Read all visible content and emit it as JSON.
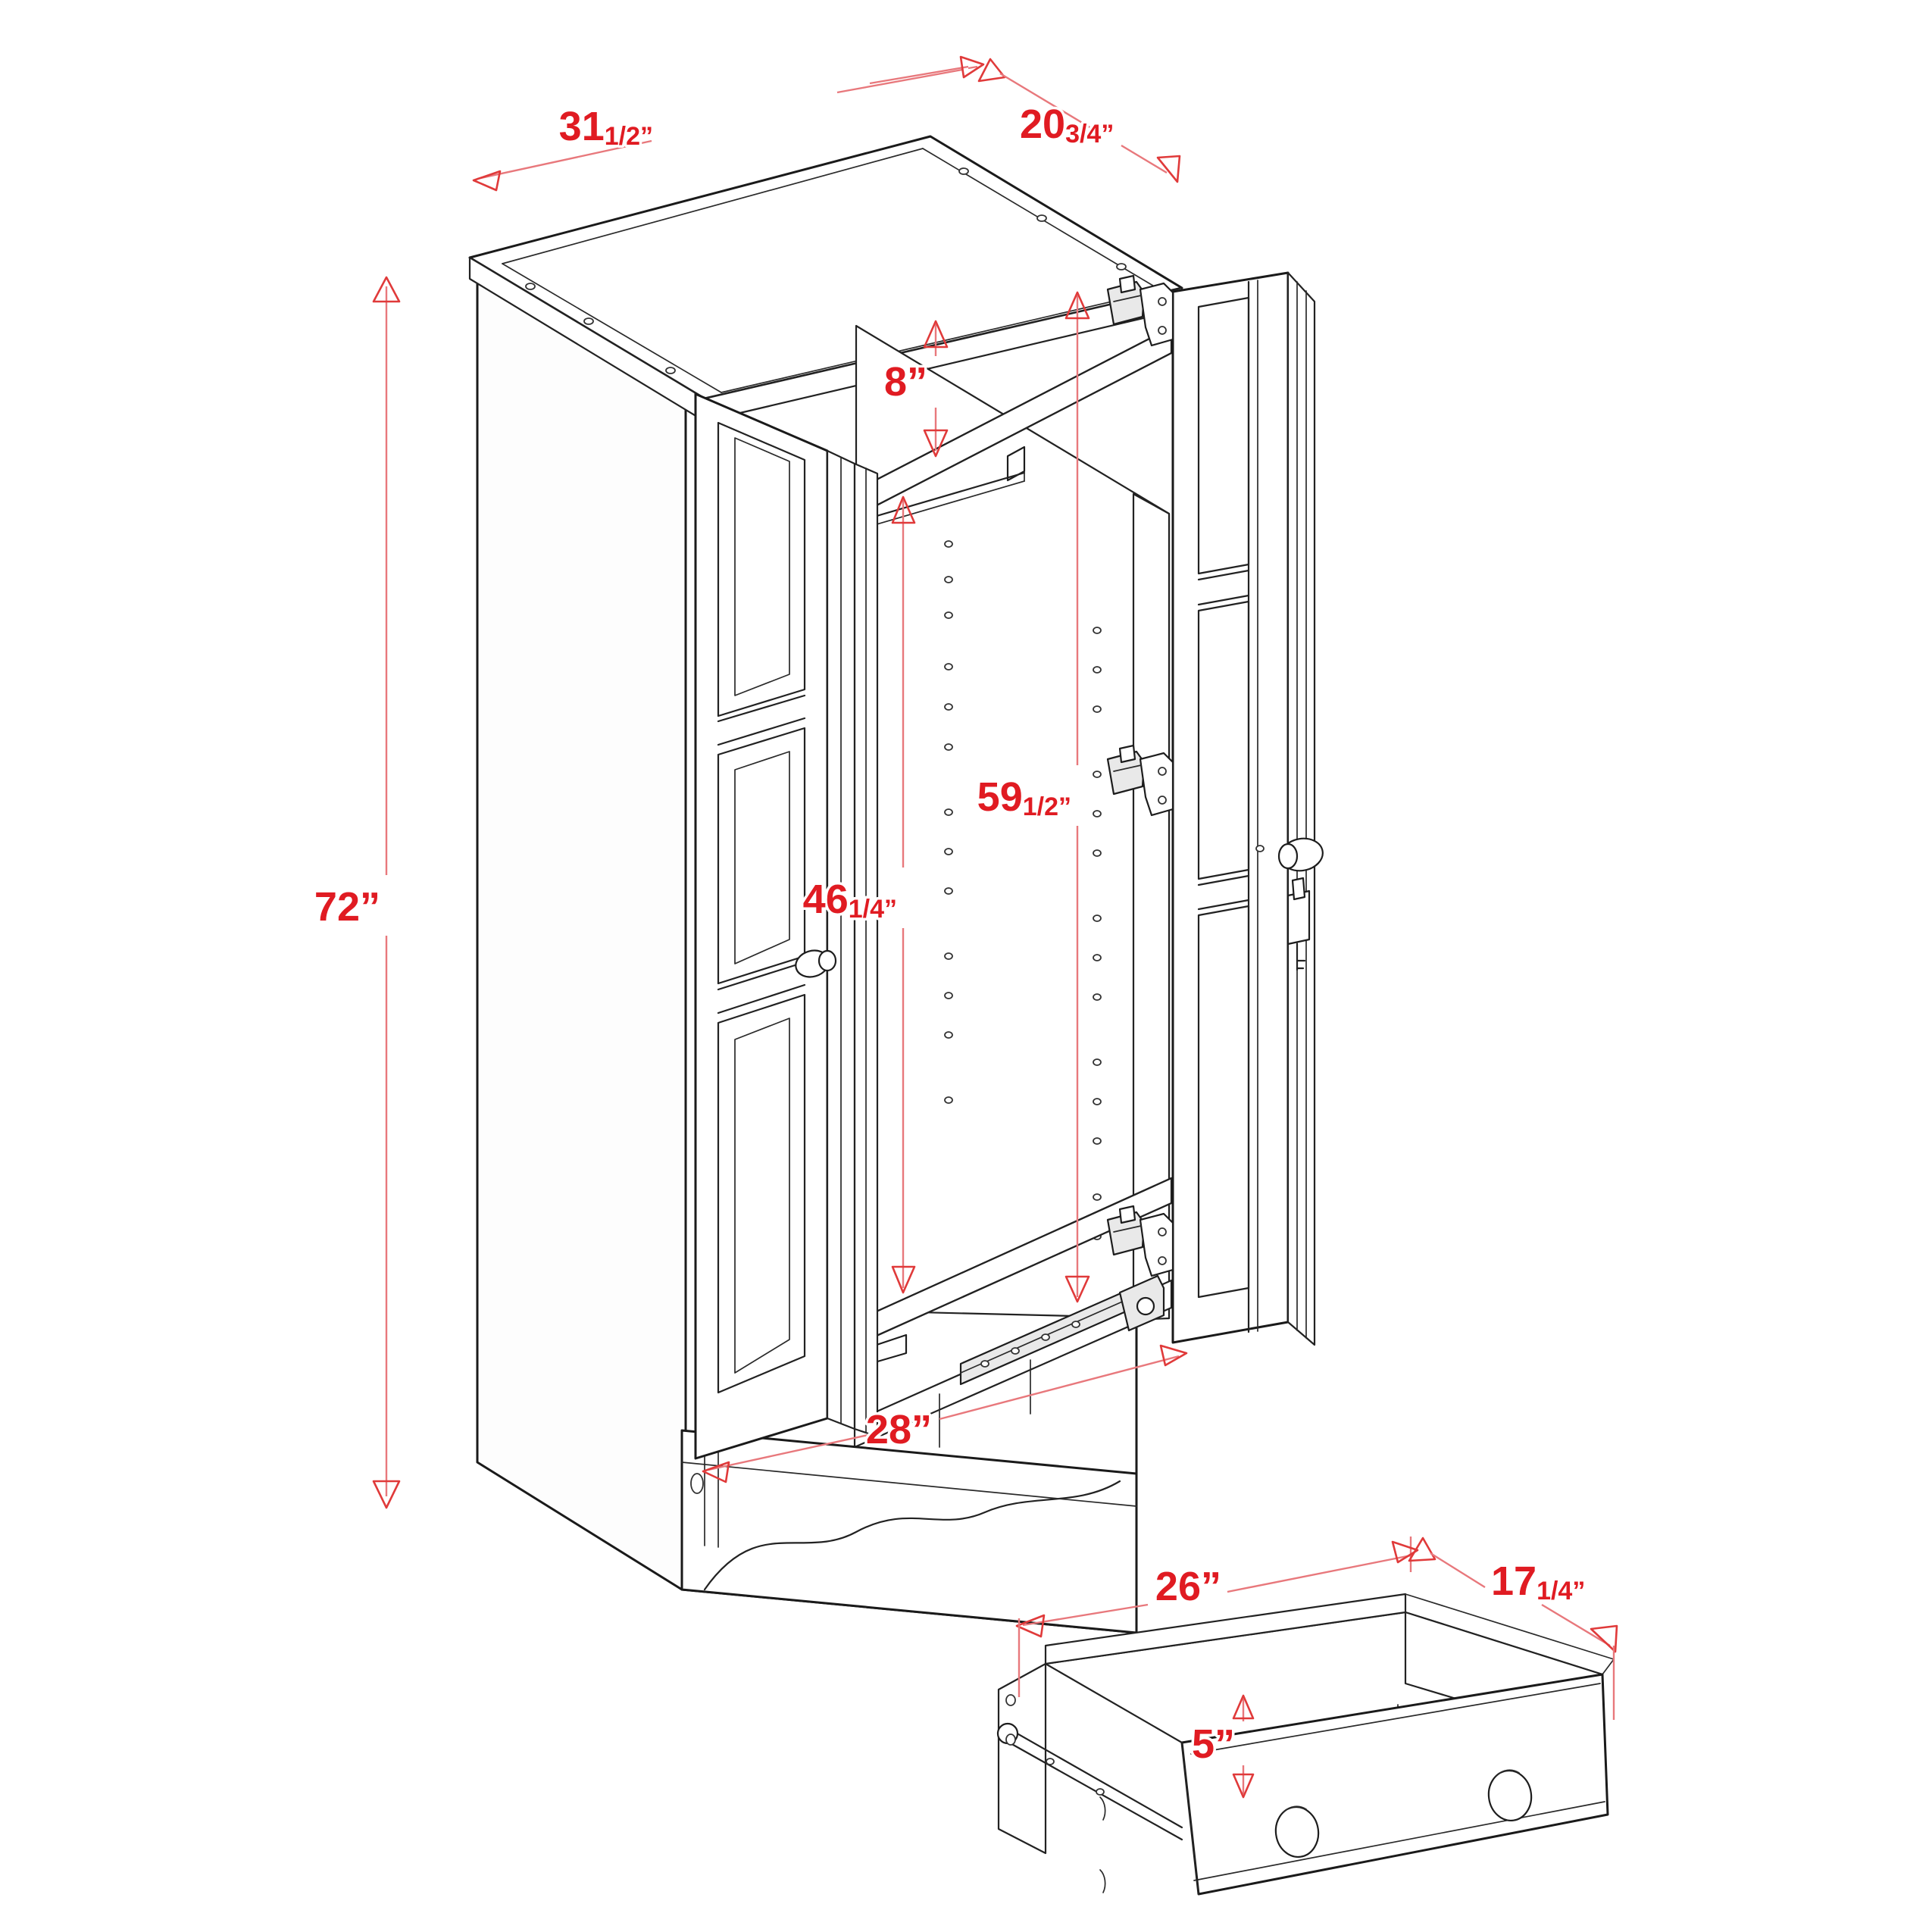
{
  "drawing": {
    "title": "Wardrobe Armoire Dimension Drawing",
    "units": "inches",
    "accent_color": "#e01b22",
    "line_color": "#1a1a1a"
  },
  "dimensions": {
    "cabinet_width": {
      "whole": "31",
      "fraction": "1/2”",
      "full": "31 1/2”"
    },
    "cabinet_depth": {
      "whole": "20",
      "fraction": "3/4”",
      "full": "20 3/4”"
    },
    "cabinet_height": {
      "whole": "72”",
      "fraction": "",
      "full": "72”"
    },
    "top_shelf_clearance": {
      "whole": "8”",
      "fraction": "",
      "full": "8”"
    },
    "interior_height": {
      "whole": "59",
      "fraction": "1/2”",
      "full": "59 1/2”"
    },
    "hanging_height": {
      "whole": "46",
      "fraction": "1/4”",
      "full": "46 1/4”"
    },
    "interior_width": {
      "whole": "28”",
      "fraction": "",
      "full": "28”"
    },
    "drawer_width": {
      "whole": "26”",
      "fraction": "",
      "full": "26”"
    },
    "drawer_depth": {
      "whole": "17",
      "fraction": "1/4”",
      "full": "17 1/4”"
    },
    "drawer_height": {
      "whole": "5”",
      "fraction": "",
      "full": "5”"
    }
  },
  "components": {
    "cabinet": "wardrobe-cabinet",
    "left_door": "left-raised-panel-door",
    "right_door": "right-raised-panel-door",
    "top_panel": "cabinet-top",
    "top_shelf": "upper-shelf",
    "hanging_rod": "clothes-hanging-rod",
    "bottom_panel": "cabinet-bottom",
    "base_apron": "scalloped-base-apron",
    "drawer": "pull-out-drawer",
    "drawer_slides": "ball-bearing-drawer-slides",
    "hinges": [
      "hinge-top",
      "hinge-middle",
      "hinge-bottom"
    ],
    "left_knob": "left-door-knob",
    "right_knob": "right-door-knob",
    "lock": "keyed-door-lock",
    "drawer_knobs": [
      "drawer-knob-left",
      "drawer-knob-right"
    ],
    "shelf_pin_holes": "adjustable-shelf-pin-holes"
  }
}
